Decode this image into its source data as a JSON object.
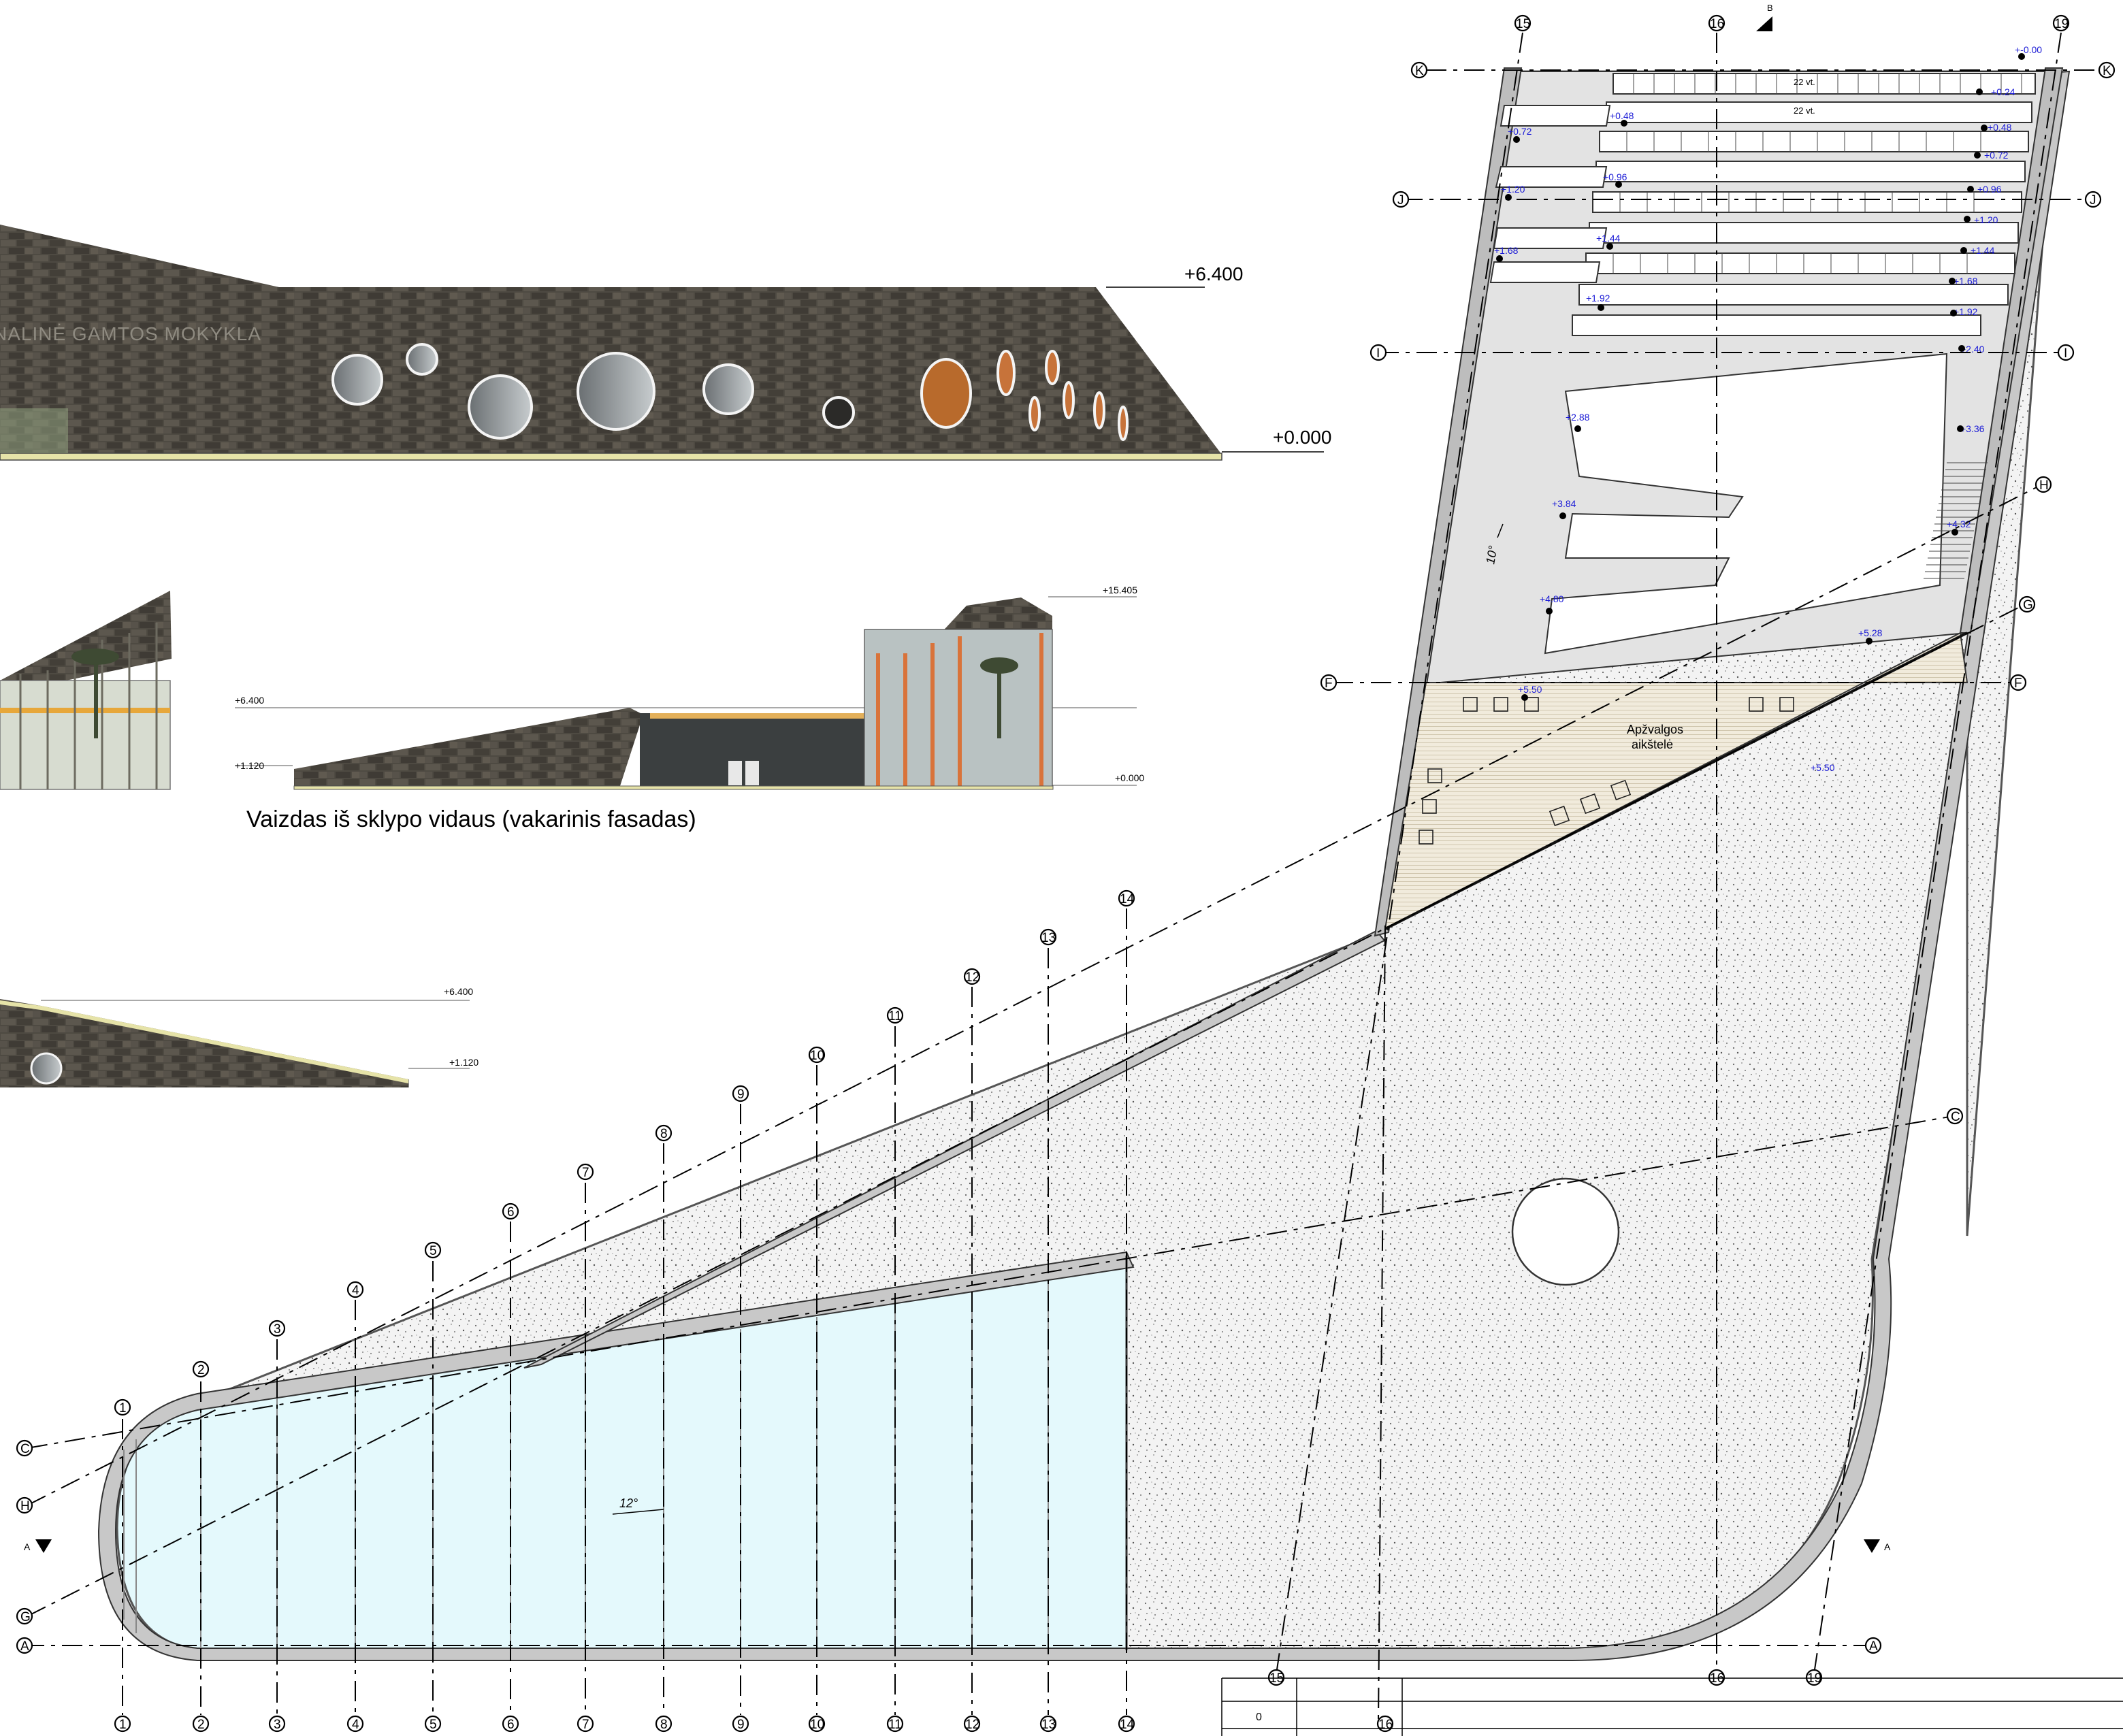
{
  "elevations": {
    "top": {
      "sign_text": "NALINĖ GAMTOS MOKYKLA",
      "level_top": "+6.400",
      "level_bottom": "+0.000"
    },
    "west": {
      "caption": "Vaizdas iš sklypo vidaus (vakarinis fasadas)",
      "level_top": "+15.405",
      "level_mid": "+6.400",
      "level_low": "+1.120",
      "level_zero": "+0.000"
    },
    "bottom": {
      "level_top": "+6.400",
      "level_low": "+1.120"
    }
  },
  "plan": {
    "observation_area": [
      "Apžvalgos",
      "aikštelė"
    ],
    "seats_label_1": "22 vt.",
    "seats_label_2": "22 vt.",
    "angle_top": "10°",
    "angle_bottom": "12°",
    "section_label": "A",
    "section_label_b": "B",
    "levels_right": [
      "+-0.00",
      "+0.24",
      "+0.48",
      "+0.72",
      "+0.96",
      "+1.20",
      "+1.44",
      "+1.68",
      "+1.92",
      "+2.40",
      "+3.36",
      "+4.32",
      "+5.28",
      "+5.50"
    ],
    "levels_left": [
      "+0.48",
      "+0.72",
      "+0.96",
      "+1.20",
      "+1.44",
      "+1.68",
      "+1.92",
      "+2.88",
      "+3.84",
      "+4.80",
      "+5.50"
    ]
  },
  "grid": {
    "numbers_bottom": [
      "1",
      "2",
      "3",
      "4",
      "5",
      "6",
      "7",
      "8",
      "9",
      "10",
      "11",
      "12",
      "13",
      "14"
    ],
    "numbers_top": [
      "15",
      "16",
      "19"
    ],
    "letters": [
      "A",
      "C",
      "F",
      "G",
      "H",
      "I",
      "J",
      "K"
    ]
  },
  "title_block": {
    "cell": "0"
  }
}
